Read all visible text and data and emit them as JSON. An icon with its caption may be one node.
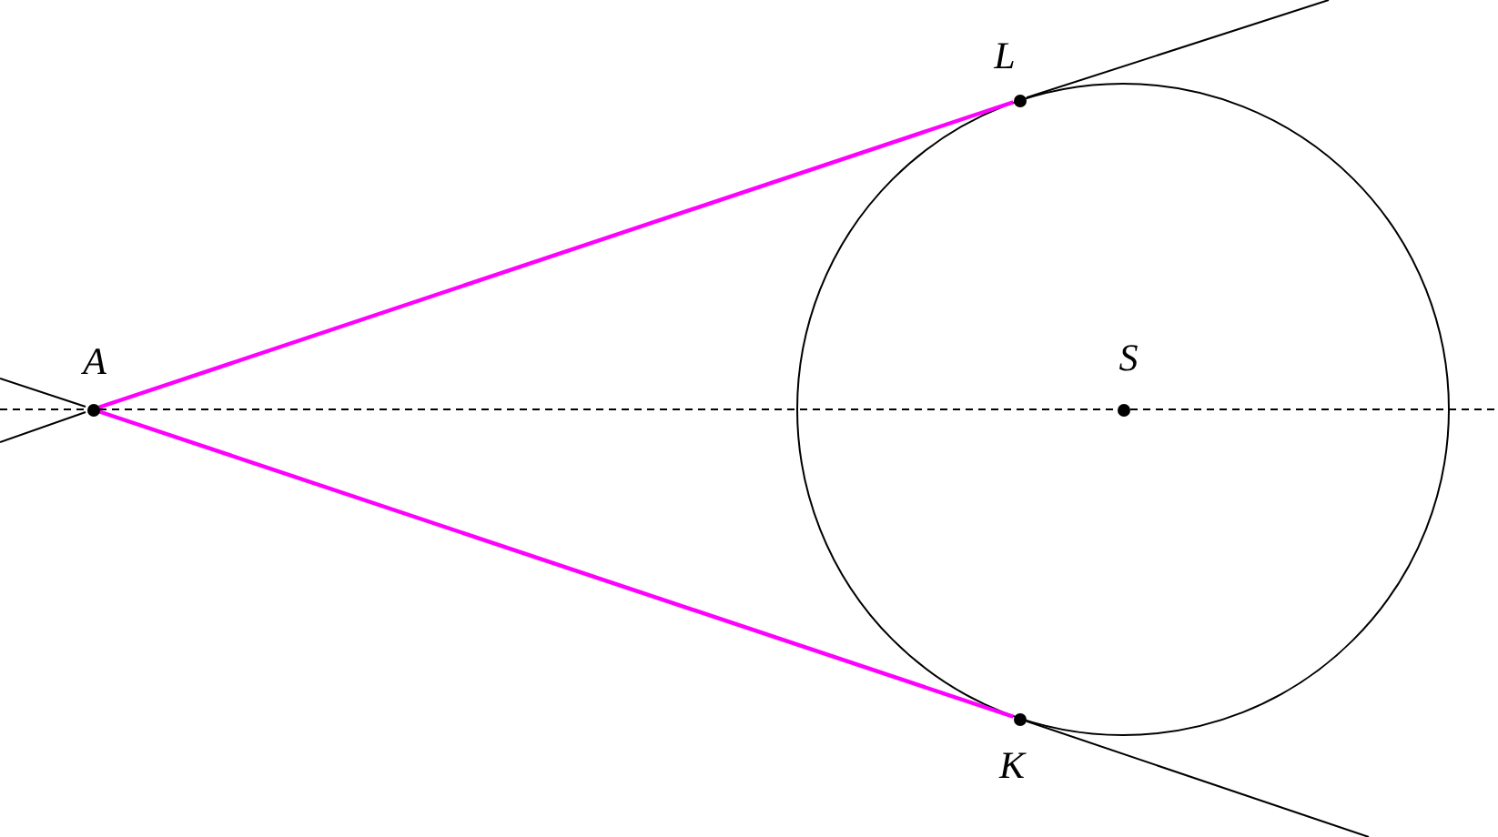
{
  "diagram": {
    "nodes": [
      {
        "text": [
          "A"
        ]
      },
      {
        "text": [
          "L"
        ]
      },
      {
        "text": [
          "S"
        ]
      },
      {
        "text": [
          "K"
        ]
      }
    ],
    "edges": [
      {
        "from": 0,
        "to": 1,
        "arrow": "none"
      },
      {
        "from": 0,
        "to": 3,
        "arrow": "none"
      },
      {
        "from": 0,
        "to": 2,
        "arrow": "none",
        "style": "dashed",
        "color": "#000000"
      }
    ]
  }
}
